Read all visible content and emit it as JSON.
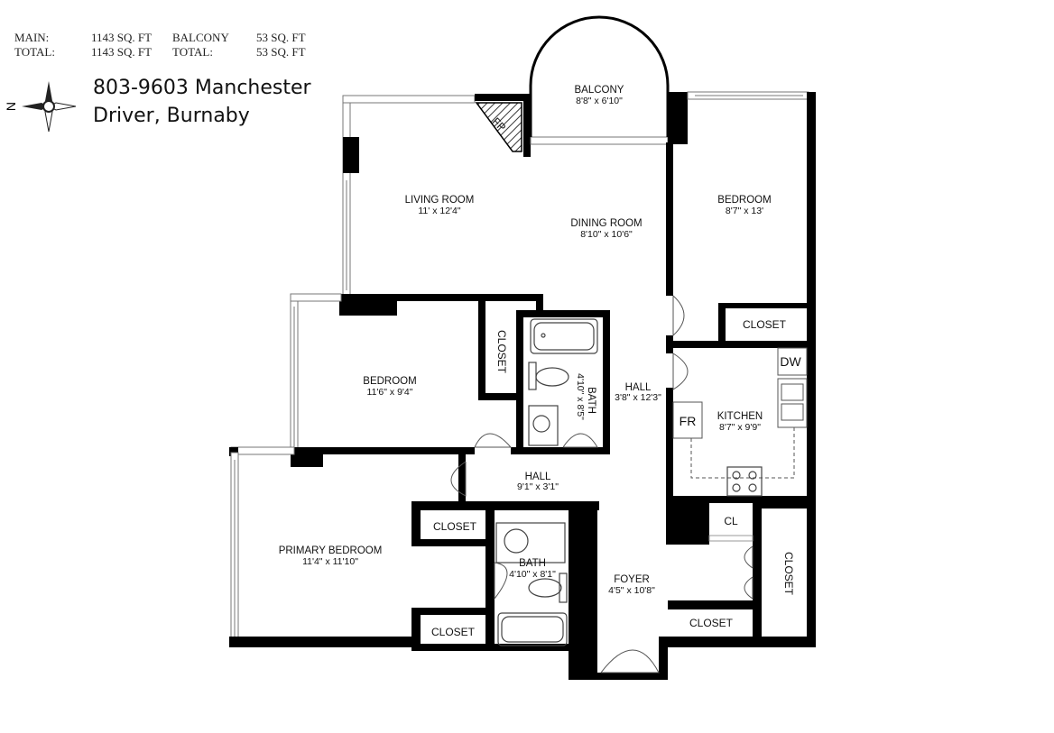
{
  "area": {
    "main_label": "MAIN:",
    "main_value": "1143 SQ. FT",
    "balcony_label": "BALCONY",
    "balcony_value": "53 SQ. FT",
    "total_label": "TOTAL:",
    "total_main_value": "1143 SQ. FT",
    "total_label_2": "TOTAL:",
    "total_balcony_value": "53 SQ. FT"
  },
  "address": {
    "line1": "803-9603 Manchester",
    "line2": "Driver, Burnaby"
  },
  "compass": {
    "north_label": "N"
  },
  "rooms": {
    "balcony": {
      "name": "BALCONY",
      "dims": "8'8\" x 6'10\""
    },
    "living": {
      "name": "LIVING ROOM",
      "dims": "11' x 12'4\""
    },
    "dining": {
      "name": "DINING ROOM",
      "dims": "8'10\" x 10'6\""
    },
    "bedroom_right": {
      "name": "BEDROOM",
      "dims": "8'7\" x 13'"
    },
    "bedroom_left": {
      "name": "BEDROOM",
      "dims": "11'6\" x 9'4\""
    },
    "bath_upper": {
      "name": "BATH",
      "dims": "4'10\" x 8'5\""
    },
    "hall_vertical": {
      "name": "HALL",
      "dims": "3'8\" x 12'3\""
    },
    "kitchen": {
      "name": "KITCHEN",
      "dims": "8'7\" x 9'9\""
    },
    "hall_horizontal": {
      "name": "HALL",
      "dims": "9'1\" x 3'1\""
    },
    "primary": {
      "name": "PRIMARY BEDROOM",
      "dims": "11'4\" x 11'10\""
    },
    "bath_lower": {
      "name": "BATH",
      "dims": "4'10\" x 8'1\""
    },
    "foyer": {
      "name": "FOYER",
      "dims": "4'5\" x 10'8\""
    }
  },
  "labels": {
    "fireplace": "FP",
    "closet_bedroom_right": "CLOSET",
    "closet_bedroom_left": "CLOSET",
    "closet_primary_upper": "CLOSET",
    "closet_primary_lower": "CLOSET",
    "closet_foyer_right": "CLOSET",
    "closet_foyer_bottom": "CLOSET",
    "dishwasher": "DW",
    "fridge": "FR",
    "coat_closet": "CL"
  },
  "colors": {
    "wall": "#000000",
    "thin_wall": "#9a9a9a",
    "hatch": "#444444"
  }
}
